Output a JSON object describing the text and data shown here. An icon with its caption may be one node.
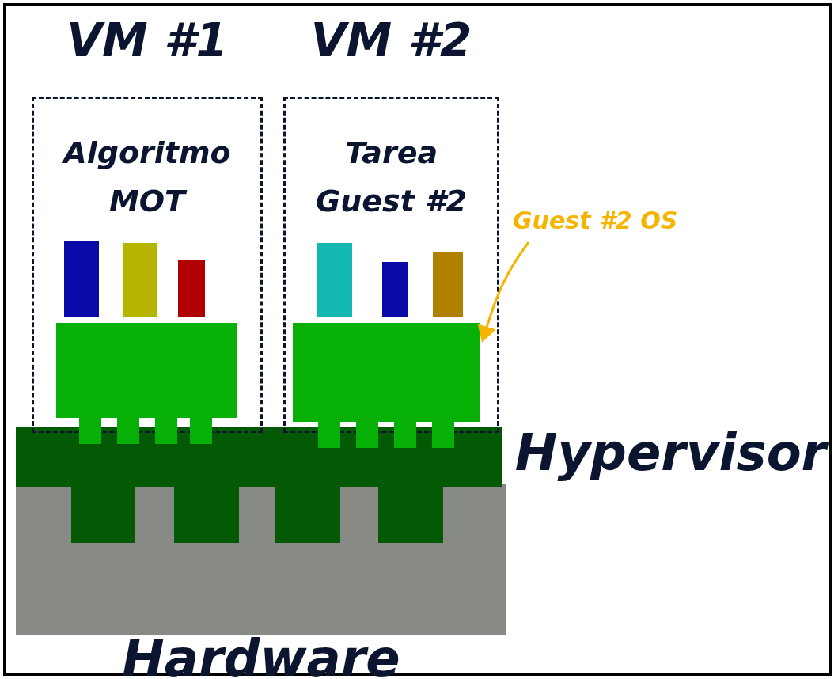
{
  "diagram": {
    "nodes": [
      {
        "text": [
          "VM #1",
          "Algoritmo MOT"
        ]
      },
      {
        "text": [],
        "shape": "box",
        "in": 0
      },
      {
        "text": [
          "VM #2",
          "Tarea Guest #2"
        ]
      },
      {
        "text": [],
        "shape": "box",
        "in": 2
      },
      {
        "text": [
          "Guest #2 OS"
        ]
      }
    ],
    "edges": [
      {
        "from": 4,
        "to": 3,
        "arrow": "to",
        "color": "#f5b400"
      }
    ],
    "labels": [
      "Hypervisor",
      "Hardware"
    ]
  }
}
